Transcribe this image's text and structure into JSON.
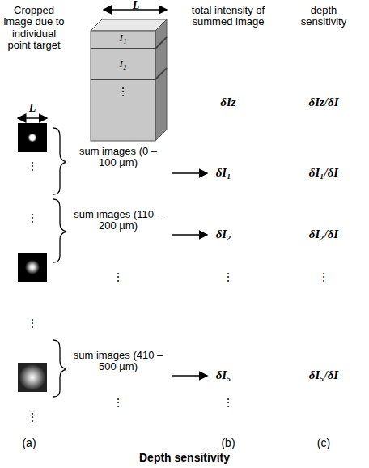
{
  "diagram": {
    "caption": "Depth sensitivity",
    "labels": [
      "Cropped image due to individual point target",
      "L",
      "L",
      "I₁",
      "I₂",
      "⋮",
      "total intensity of summed image",
      "depth sensitivity",
      "δIz",
      "δIz/δI",
      "sum images (0 – 100 µm)",
      "δI₁",
      "δI₁/δI",
      "sum images (110 – 200 µm)",
      "δI₂",
      "δI₂/δI",
      "⋮",
      "⋮",
      "⋮",
      "⋮",
      "⋮",
      "⋮",
      "sum images (410 – 500 µm)",
      "δI₅",
      "δI₅/δI",
      "⋮",
      "⋮",
      "⋮",
      "(a)",
      "(b)",
      "(c)"
    ]
  }
}
